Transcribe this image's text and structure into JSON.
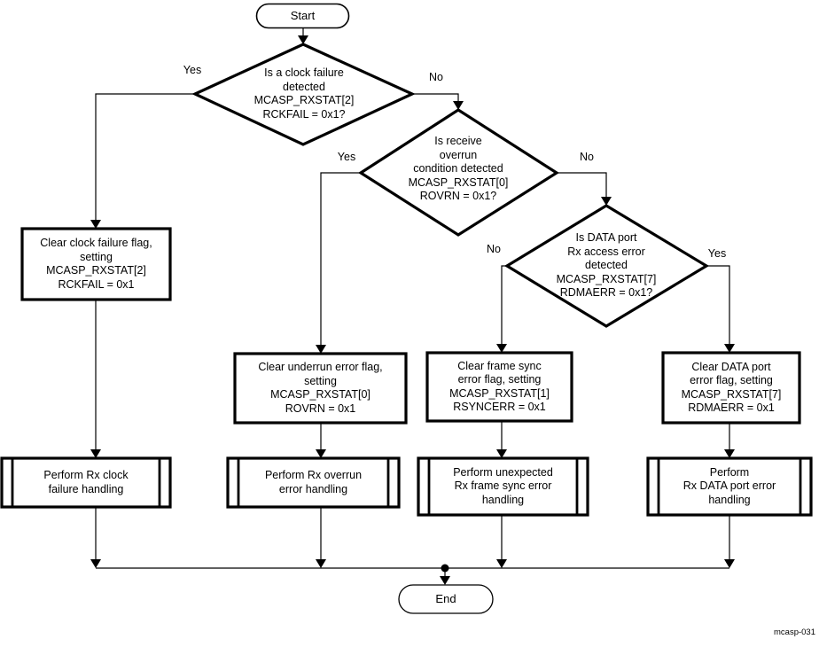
{
  "colors": {
    "line": "#000000",
    "background": "#ffffff"
  },
  "flowchart": {
    "start_label": "Start",
    "end_label": "End",
    "branch": {
      "yes": "Yes",
      "no": "No"
    },
    "decisions": [
      {
        "text": "Is a clock failure\ndetected\nMCASP_RXSTAT[2]\nRCKFAIL = 0x1?"
      },
      {
        "text": "Is receive\noverrun\ncondition detected\nMCASP_RXSTAT[0]\nROVRN = 0x1?"
      },
      {
        "text": "Is DATA port\nRx access  error\ndetected\nMCASP_RXSTAT[7]\nRDMAERR = 0x1?"
      }
    ],
    "processes": [
      {
        "text": "Clear clock failure flag,\nsetting\nMCASP_RXSTAT[2]\nRCKFAIL = 0x1"
      },
      {
        "text": "Clear underrun error flag,\nsetting\nMCASP_RXSTAT[0]\nROVRN = 0x1"
      },
      {
        "text": "Clear frame sync\nerror flag, setting\nMCASP_RXSTAT[1]\nRSYNCERR = 0x1"
      },
      {
        "text": "Clear DATA port\nerror flag, setting\nMCASP_RXSTAT[7]\nRDMAERR = 0x1"
      }
    ],
    "subroutines": [
      {
        "text": "Perform Rx clock\nfailure handling"
      },
      {
        "text": "Perform Rx overrun\nerror handling"
      },
      {
        "text": "Perform unexpected\nRx frame sync error\nhandling"
      },
      {
        "text": "Perform\nRx DATA port error\nhandling"
      }
    ],
    "figure_id": "mcasp-031"
  }
}
